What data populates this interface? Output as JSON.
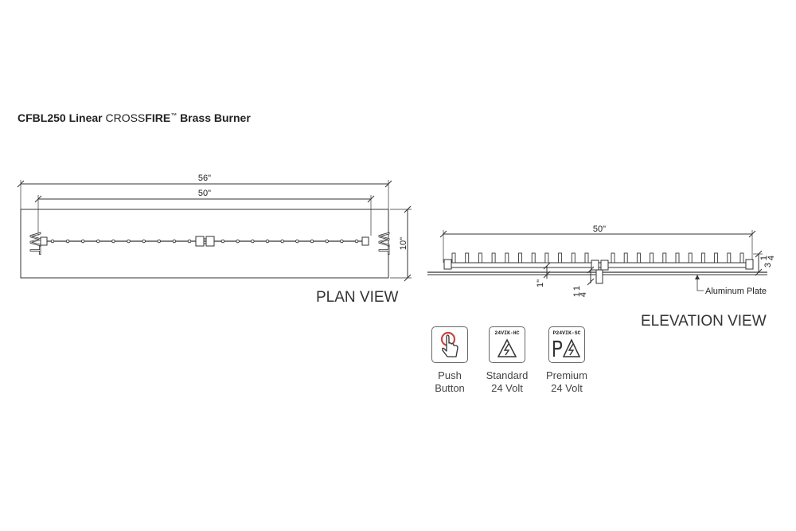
{
  "title": {
    "model": "CFBL250",
    "linear": "Linear",
    "cross": "CROSS",
    "fire": "FIRE",
    "trademark": "™",
    "suffix": "Brass Burner"
  },
  "plan_view": {
    "label": "PLAN VIEW",
    "overall_length": "56\"",
    "burner_length": "50\"",
    "width": "10\"",
    "end_marking": "WT"
  },
  "elevation_view": {
    "label": "ELEVATION VIEW",
    "burner_length": "50\"",
    "height_whole": "3",
    "height_num": "1",
    "height_den": "4",
    "offset_label": "1\"",
    "inlet_whole": "1",
    "inlet_num": "1",
    "inlet_den": "4",
    "plate_label": "Aluminum Plate"
  },
  "ignition_options": [
    {
      "line1": "Push",
      "line2": "Button",
      "model": "",
      "icon": "push-button-icon"
    },
    {
      "line1": "Standard",
      "line2": "24 Volt",
      "model": "24VIK-HC",
      "icon": "lightning-icon"
    },
    {
      "line1": "Premium",
      "line2": "24 Volt",
      "model": "P24VIK-SC",
      "icon": "lightning-p-icon"
    }
  ]
}
